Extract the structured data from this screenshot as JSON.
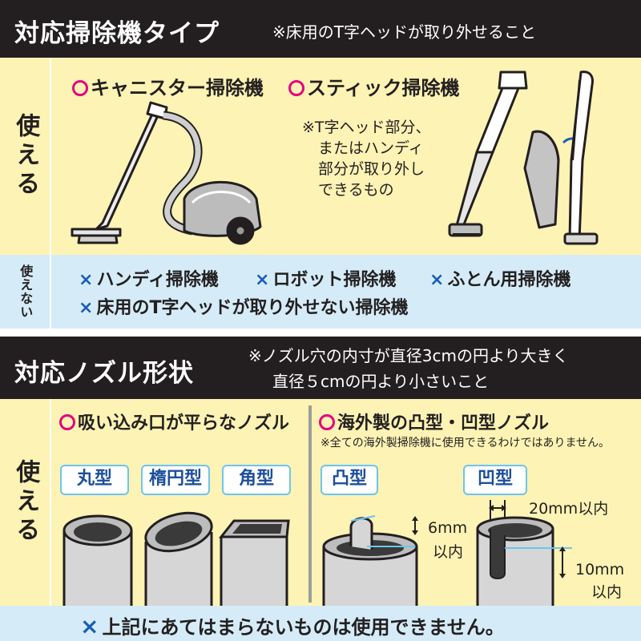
{
  "section1": {
    "title": "対応掃除機タイプ",
    "note": "※床用のT字ヘッドが取り外せること",
    "can_label": "使える",
    "cannot_label": "使えない",
    "ok_canister": "キャニスター掃除機",
    "ok_stick": "スティック掃除機",
    "stick_note": [
      "※T字ヘッド部分、",
      "またはハンディ",
      "部分が取り外し",
      "できるもの"
    ],
    "ng_items": [
      "ハンディ掃除機",
      "ロボット掃除機",
      "ふとん用掃除機",
      "床用のT字ヘッドが取り外せない掃除機"
    ],
    "ng_mark": "×"
  },
  "section2": {
    "title": "対応ノズル形状",
    "note_line1": "※ノズル穴の内寸が直径3cmの円より大きく",
    "note_line2": "直径５cmの円より小さいこと",
    "can_label": "使える",
    "left_heading": "吸い込み口が平らなノズル",
    "right_heading": "海外製の凸型・凹型ノズル",
    "right_note": "※全ての海外製掃除機に使用できるわけではありません。",
    "shapes": [
      "丸型",
      "楕円型",
      "角型"
    ],
    "convex": "凸型",
    "concave": "凹型",
    "dim_6mm": "6mm",
    "dim_6mm_sub": "以内",
    "dim_20mm": "20mm以内",
    "dim_10mm": "10mm",
    "dim_10mm_sub": "以内",
    "footer": "上記にあてはまらないものは使用できません。",
    "footer_mark": "×"
  },
  "colors": {
    "header_bg": "#231f20",
    "yellow_bg": "#fdf3b4",
    "blue_bg": "#d5ecf8",
    "ok_circle": "#e5007f",
    "ng_cross": "#1a5db7"
  }
}
